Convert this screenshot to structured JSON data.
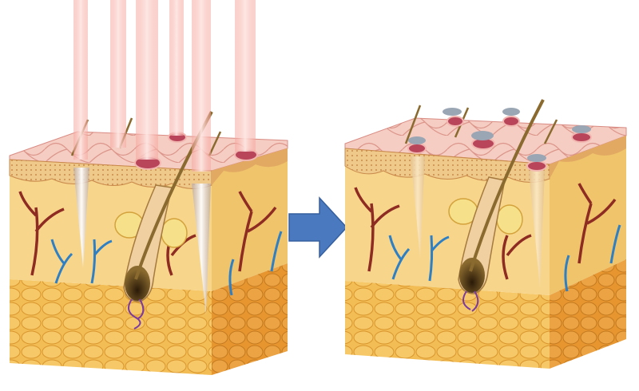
{
  "figure": {
    "panels": [
      {
        "id": "before",
        "beams": true
      },
      {
        "id": "after",
        "beams": false
      }
    ],
    "arrow": "right",
    "colors": {
      "skin_top": "#f3c7bd",
      "cell_outline": "#d98b83",
      "pore": "#b8455a",
      "epidermis": "#e8b25a",
      "dermis": "#f7d68c",
      "dermis_side": "#efc46b",
      "fat": "#f0b850",
      "fat_side": "#e99a33",
      "vessel_red": "#8e2b22",
      "vessel_blue": "#2f7fc4",
      "hair": "#8a6a2e",
      "beam": "#f08a80",
      "arrow": "#4a79c0",
      "flake": "#9aa6b4"
    }
  }
}
